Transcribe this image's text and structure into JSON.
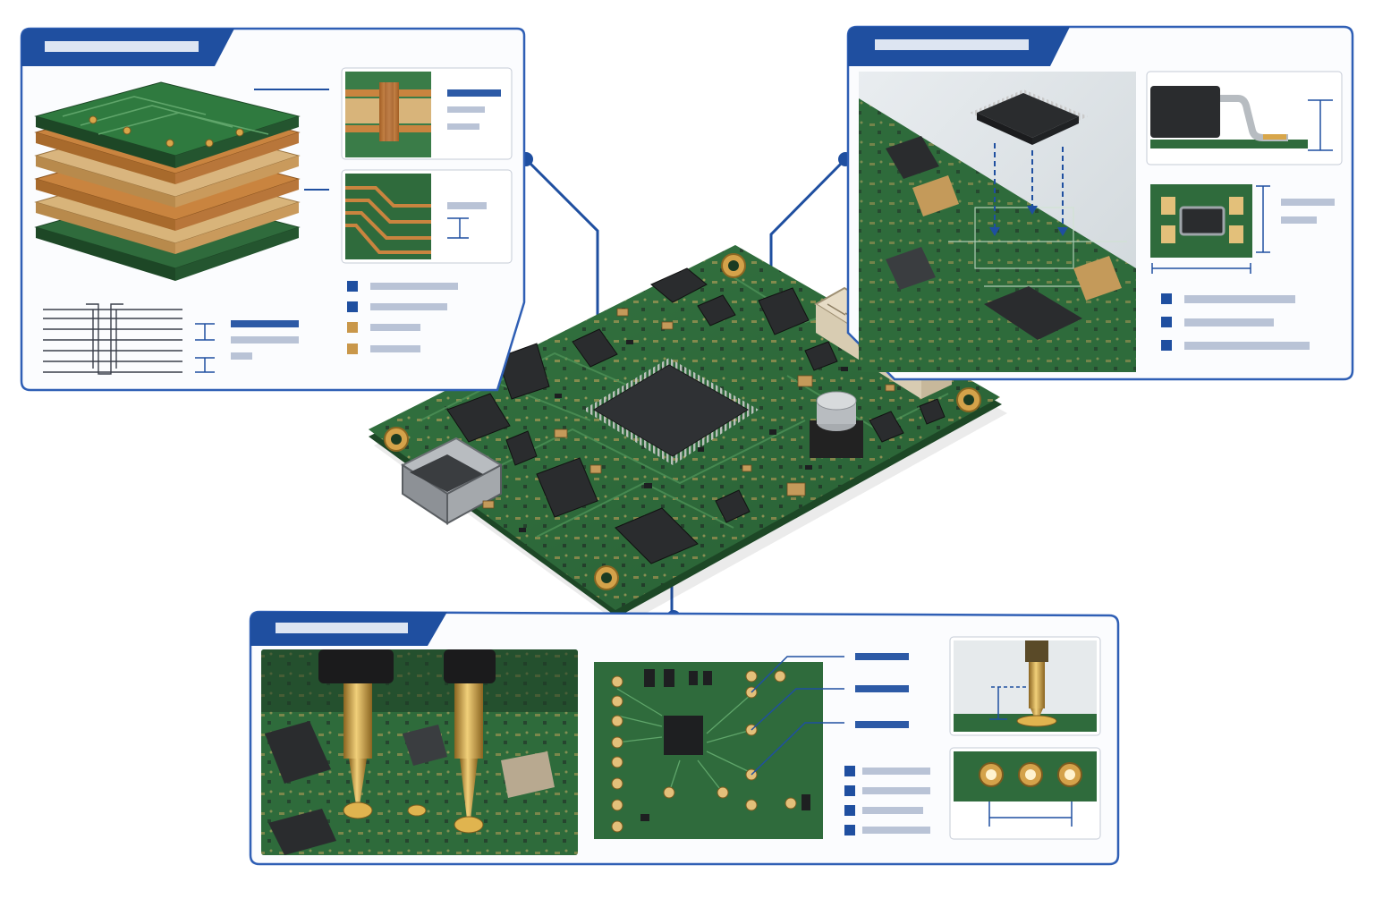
{
  "colors": {
    "accent_blue": "#1f4fa0",
    "placeholder_grey": "#b9c3d6",
    "placeholder_blue": "#2d5aa6",
    "pcb_green": "#2f6b3c",
    "pcb_dark": "#1f4a29",
    "copper": "#c9843f",
    "gold": "#d8a64a",
    "component_black": "#2a2c2e",
    "panel_border": "#2f5fb5",
    "panel_bg": "#fbfcfe"
  },
  "panels": [
    {
      "id": "stackup",
      "header_text": "",
      "legend_items": 4,
      "placeholder_lines": 3
    },
    {
      "id": "component-placement",
      "header_text": "",
      "legend_items": 3,
      "placeholder_lines": 2
    },
    {
      "id": "probe-testing",
      "header_text": "",
      "legend_items": 4,
      "placeholder_lines": 3
    }
  ],
  "icons": [
    "layer-stack-icon",
    "via-cross-section-icon",
    "trace-routing-icon",
    "qfp-chip-icon",
    "smd-package-icon",
    "footprint-pad-icon",
    "test-probe-icon",
    "test-point-icon",
    "usb-connector-icon",
    "fpc-connector-icon"
  ]
}
